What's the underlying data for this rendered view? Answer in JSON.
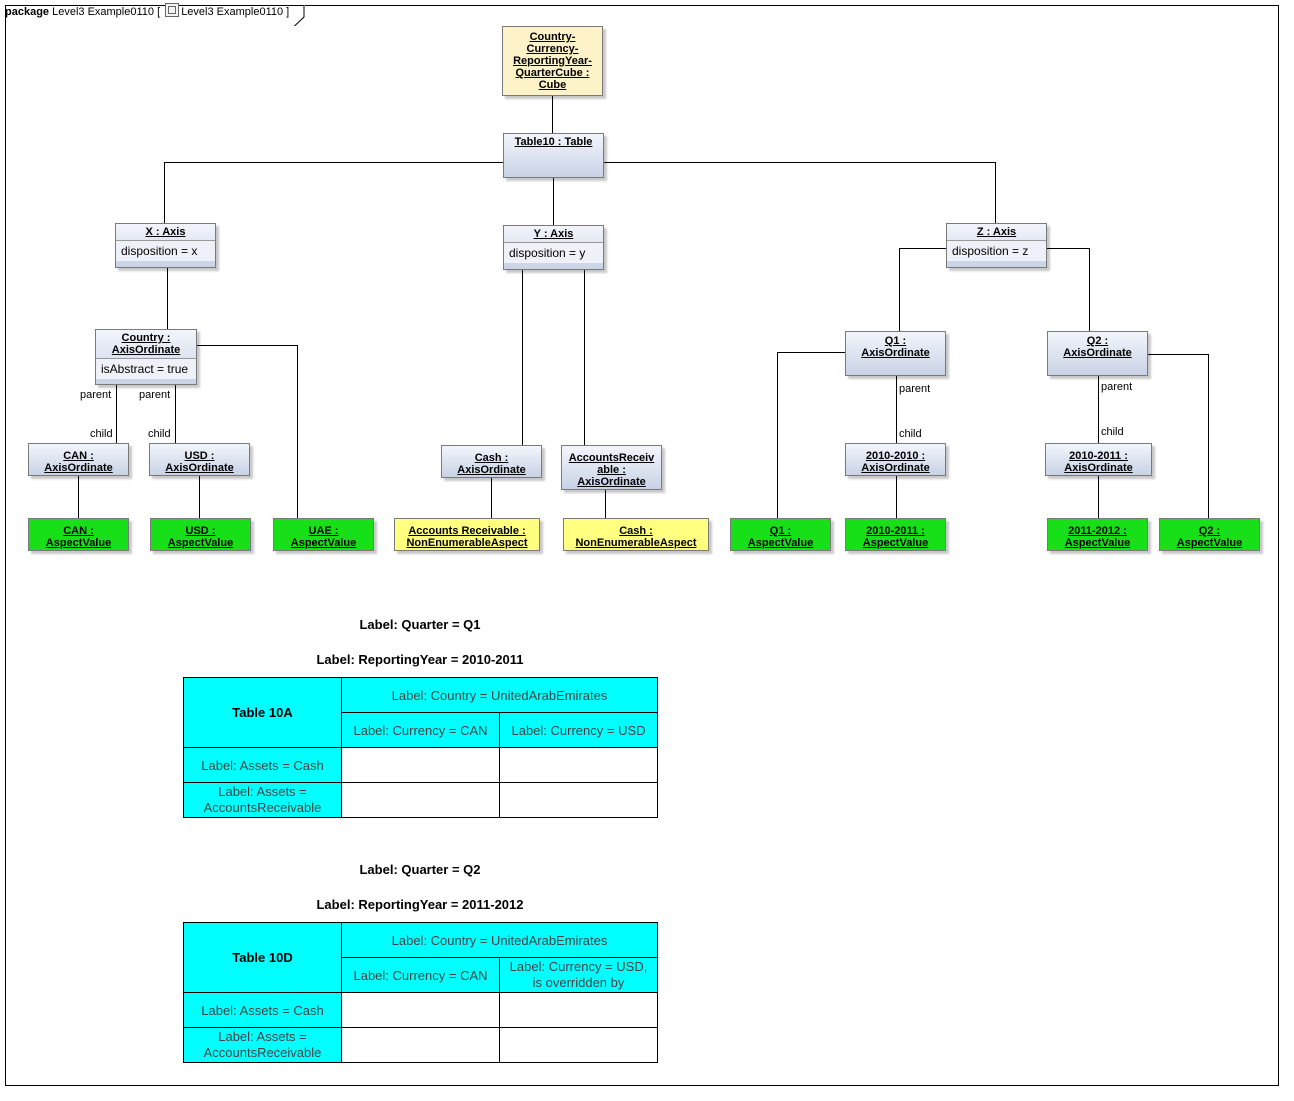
{
  "package": {
    "keyword": "package",
    "name": "Level3 Example0110",
    "diagram_name": "Level3 Example0110"
  },
  "nodes": {
    "cube": {
      "title": "Country-\nCurrency-\nReportingYear-\nQuarterCube :\nCube"
    },
    "table10": {
      "title": "Table10 : Table"
    },
    "x_axis": {
      "title": "X : Axis",
      "attr": "disposition = x"
    },
    "y_axis": {
      "title": "Y : Axis",
      "attr": "disposition = y"
    },
    "z_axis": {
      "title": "Z : Axis",
      "attr": "disposition = z"
    },
    "country": {
      "title": "Country :\nAxisOrdinate",
      "attr": "isAbstract = true"
    },
    "can_ord": {
      "title": "CAN :\nAxisOrdinate"
    },
    "usd_ord": {
      "title": "USD :\nAxisOrdinate"
    },
    "cash_ord": {
      "title": "Cash :\nAxisOrdinate"
    },
    "ar_ord": {
      "title": "AccountsReceiv\nable :\nAxisOrdinate"
    },
    "q1_ord": {
      "title": "Q1 :\nAxisOrdinate"
    },
    "q2_ord": {
      "title": "Q2 :\nAxisOrdinate"
    },
    "y2010_ord": {
      "title": "2010-2010 :\nAxisOrdinate"
    },
    "y2011_ord": {
      "title": "2010-2011 :\nAxisOrdinate"
    },
    "can_av": {
      "title": "CAN :\nAspectValue"
    },
    "usd_av": {
      "title": "USD :\nAspectValue"
    },
    "uae_av": {
      "title": "UAE :\nAspectValue"
    },
    "ar_nea": {
      "title": "Accounts Receivable :\nNonEnumerableAspect"
    },
    "cash_nea": {
      "title": "Cash :\nNonEnumerableAspect"
    },
    "q1_av": {
      "title": "Q1 :\nAspectValue"
    },
    "y2011_av": {
      "title": "2010-2011 :\nAspectValue"
    },
    "y2012_av": {
      "title": "2011-2012 :\nAspectValue"
    },
    "q2_av": {
      "title": "Q2 :\nAspectValue"
    }
  },
  "edge_labels": {
    "parent": "parent",
    "child": "child"
  },
  "table_a": {
    "quarter": "Label: Quarter = Q1",
    "year": "Label: ReportingYear = 2010-2011",
    "name": "Table 10A",
    "country": "Label: Country = UnitedArabEmirates",
    "col1": "Label: Currency = CAN",
    "col2": "Label: Currency = USD",
    "row1": "Label: Assets = Cash",
    "row2": "Label: Assets =\nAccountsReceivable"
  },
  "table_d": {
    "quarter": "Label: Quarter = Q2",
    "year": "Label: ReportingYear = 2011-2012",
    "name": "Table 10D",
    "country": "Label: Country = UnitedArabEmirates",
    "col1": "Label: Currency = CAN",
    "col2": "Label: Currency = USD,\nis overridden by",
    "row1": "Label: Assets = Cash",
    "row2": "Label: Assets =\nAccountsReceivable"
  },
  "colors": {
    "aspect_value": "#18e018",
    "non_enumerable": "#ffff80",
    "cube": "#fdf2c8",
    "table_header": "#00ffff"
  }
}
